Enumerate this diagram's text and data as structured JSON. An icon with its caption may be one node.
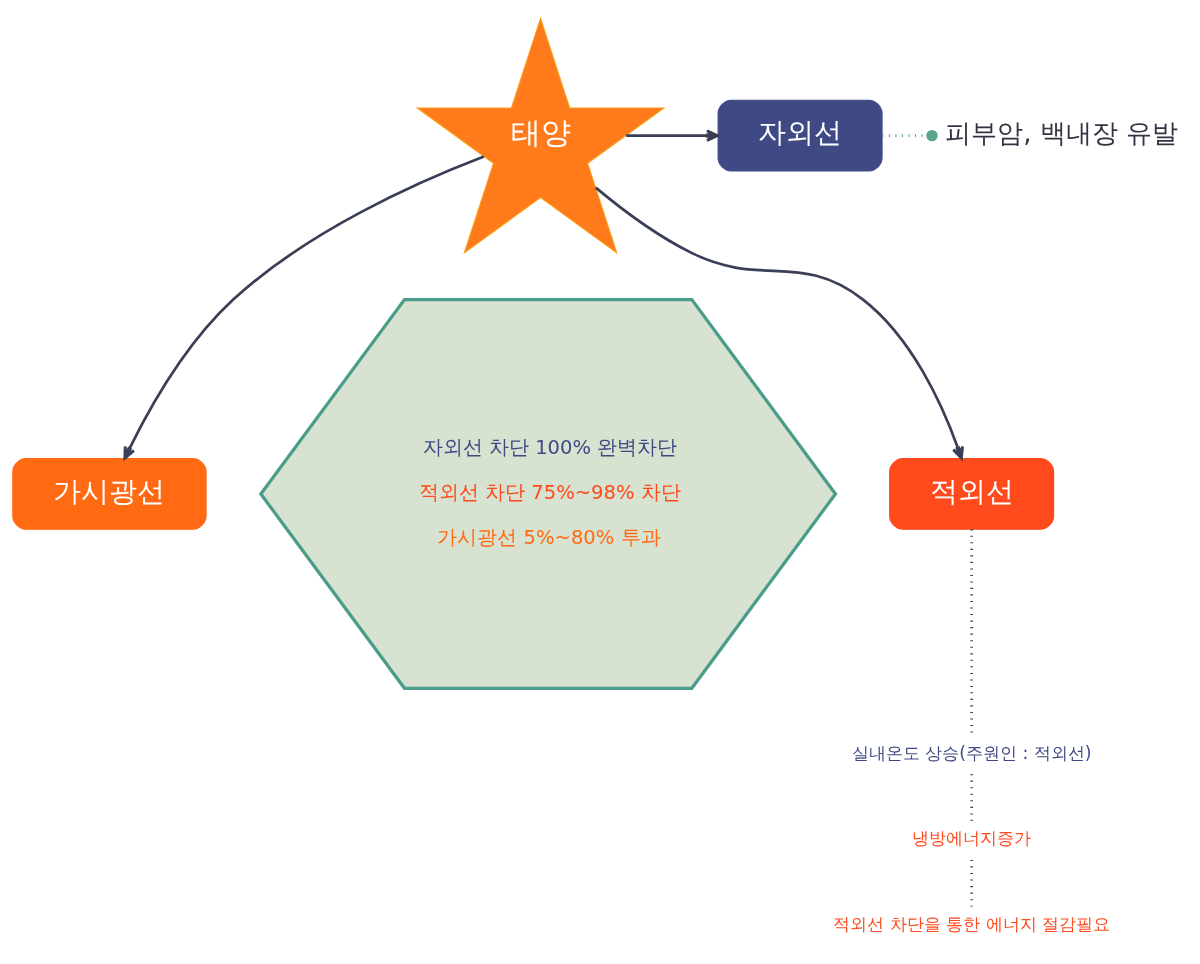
{
  "diagram": {
    "nodes": [
      {
        "text": [
          "태양"
        ]
      },
      {
        "text": [
          "자외선"
        ]
      },
      {
        "text": [
          "피부암, 백내장 유발"
        ]
      },
      {
        "text": [
          "가시광선"
        ]
      },
      {
        "text": [
          "적외선"
        ]
      },
      {
        "text": [
          "실내온도 상승(주원인 : 적외선)"
        ]
      },
      {
        "text": [
          "냉방에너지증가"
        ]
      },
      {
        "text": [
          "적외선 차단을 통한 에너지 절감필요"
        ]
      },
      {
        "text": [
          "자외선 차단 100% 완벽차단",
          "적외선 차단 75%~98% 차단",
          "가시광선 5%~80% 투과"
        ]
      }
    ],
    "edges": [
      {
        "from": 0,
        "to": 1,
        "arrow": "to"
      },
      {
        "from": 1,
        "to": 2,
        "arrow": "other",
        "style": "dashed",
        "color": "#5aa58f"
      },
      {
        "from": 0,
        "to": 3,
        "arrow": "to"
      },
      {
        "from": 0,
        "to": 4,
        "arrow": "to"
      },
      {
        "from": 4,
        "to": 5,
        "arrow": "none",
        "style": "dashed"
      },
      {
        "from": 5,
        "to": 6,
        "arrow": "none",
        "style": "dashed"
      },
      {
        "from": 6,
        "to": 7,
        "arrow": "none",
        "style": "dashed"
      }
    ]
  }
}
